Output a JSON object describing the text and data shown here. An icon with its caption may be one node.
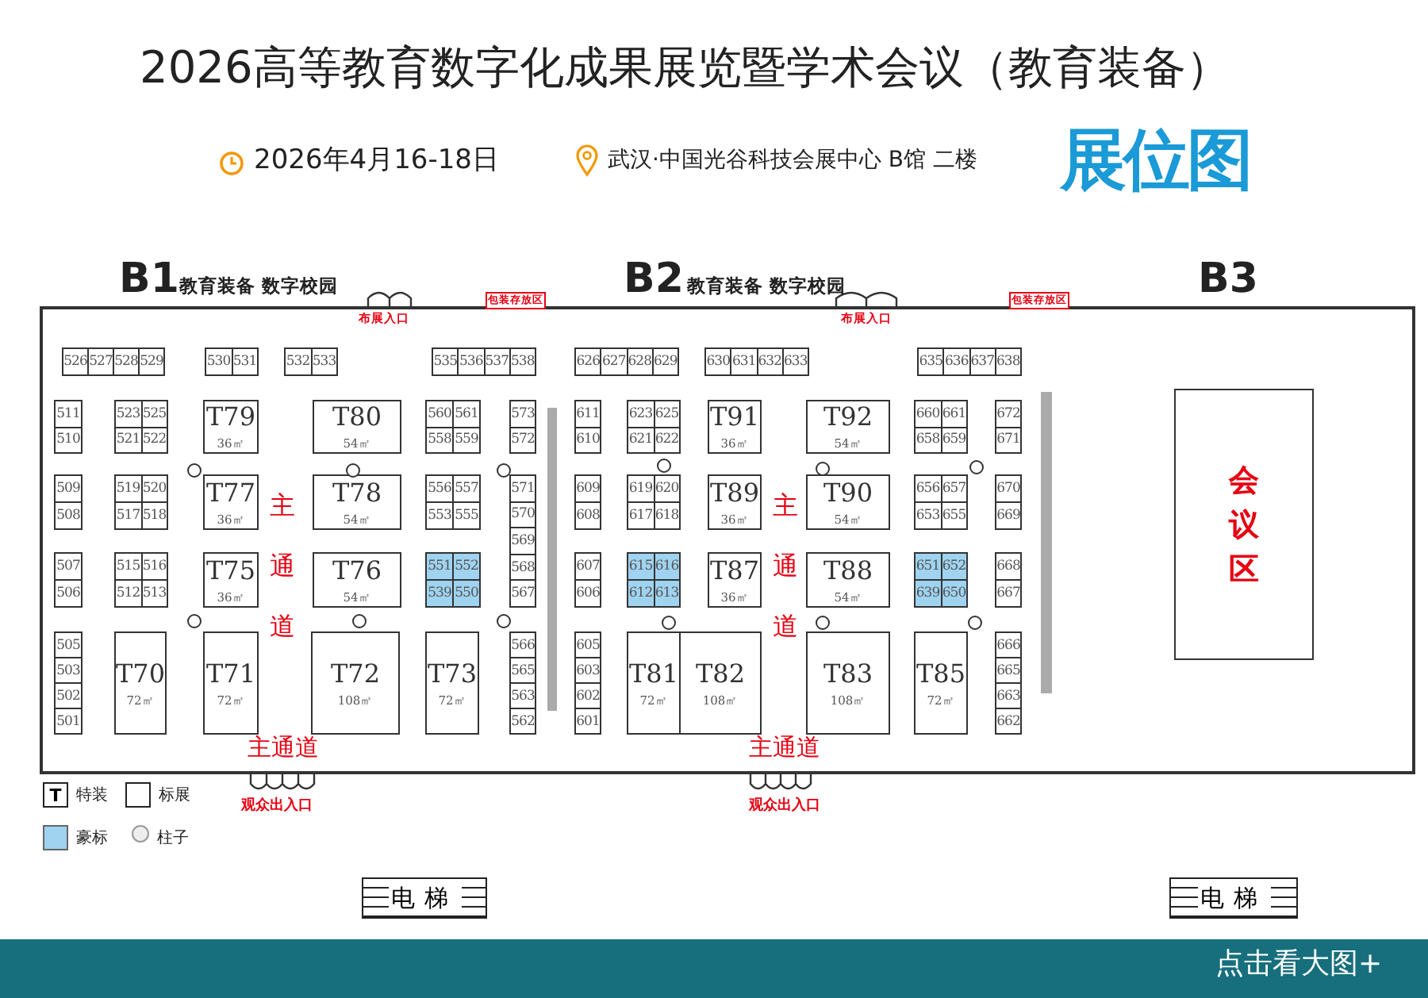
{
  "diagram": {
    "title": "2026高等教育数字化成果展览暨学术会议（教育装备）",
    "nodes": [
      {
        "text": [
          "526"
        ]
      },
      {
        "text": [
          "527"
        ]
      },
      {
        "text": [
          "528"
        ]
      },
      {
        "text": [
          "529"
        ]
      },
      {
        "text": [
          "530"
        ]
      },
      {
        "text": [
          "531"
        ]
      },
      {
        "text": [
          "532"
        ]
      },
      {
        "text": [
          "533"
        ]
      },
      {
        "text": [
          "535"
        ]
      },
      {
        "text": [
          "536"
        ]
      },
      {
        "text": [
          "537"
        ]
      },
      {
        "text": [
          "538"
        ]
      },
      {
        "text": [
          "626"
        ]
      },
      {
        "text": [
          "627"
        ]
      },
      {
        "text": [
          "628"
        ]
      },
      {
        "text": [
          "629"
        ]
      },
      {
        "text": [
          "630"
        ]
      },
      {
        "text": [
          "631"
        ]
      },
      {
        "text": [
          "632"
        ]
      },
      {
        "text": [
          "633"
        ]
      },
      {
        "text": [
          "635"
        ]
      },
      {
        "text": [
          "636"
        ]
      },
      {
        "text": [
          "637"
        ]
      },
      {
        "text": [
          "638"
        ]
      },
      {
        "text": [
          "511"
        ]
      },
      {
        "text": [
          "510"
        ]
      },
      {
        "text": [
          "523"
        ]
      },
      {
        "text": [
          "525"
        ]
      },
      {
        "text": [
          "521"
        ]
      },
      {
        "text": [
          "522"
        ]
      },
      {
        "text": [
          "T79",
          "36㎡"
        ]
      },
      {
        "text": [
          "T80",
          "54㎡"
        ]
      },
      {
        "text": [
          "560"
        ]
      },
      {
        "text": [
          "561"
        ]
      },
      {
        "text": [
          "558"
        ]
      },
      {
        "text": [
          "559"
        ]
      },
      {
        "text": [
          "573"
        ]
      },
      {
        "text": [
          "572"
        ]
      },
      {
        "text": [
          "611"
        ]
      },
      {
        "text": [
          "610"
        ]
      },
      {
        "text": [
          "623"
        ]
      },
      {
        "text": [
          "625"
        ]
      },
      {
        "text": [
          "621"
        ]
      },
      {
        "text": [
          "622"
        ]
      },
      {
        "text": [
          "T91",
          "36㎡"
        ]
      },
      {
        "text": [
          "T92",
          "54㎡"
        ]
      },
      {
        "text": [
          "660"
        ]
      },
      {
        "text": [
          "661"
        ]
      },
      {
        "text": [
          "658"
        ]
      },
      {
        "text": [
          "659"
        ]
      },
      {
        "text": [
          "672"
        ]
      },
      {
        "text": [
          "671"
        ]
      },
      {
        "text": [
          "509"
        ]
      },
      {
        "text": [
          "508"
        ]
      },
      {
        "text": [
          "519"
        ]
      },
      {
        "text": [
          "520"
        ]
      },
      {
        "text": [
          "517"
        ]
      },
      {
        "text": [
          "518"
        ]
      },
      {
        "text": [
          "T77",
          "36㎡"
        ]
      },
      {
        "text": [
          "T78",
          "54㎡"
        ]
      },
      {
        "text": [
          "556"
        ]
      },
      {
        "text": [
          "557"
        ]
      },
      {
        "text": [
          "553"
        ]
      },
      {
        "text": [
          "555"
        ]
      },
      {
        "text": [
          "571"
        ]
      },
      {
        "text": [
          "570"
        ]
      },
      {
        "text": [
          "569"
        ]
      },
      {
        "text": [
          "568"
        ]
      },
      {
        "text": [
          "567"
        ]
      },
      {
        "text": [
          "609"
        ]
      },
      {
        "text": [
          "608"
        ]
      },
      {
        "text": [
          "619"
        ]
      },
      {
        "text": [
          "620"
        ]
      },
      {
        "text": [
          "617"
        ]
      },
      {
        "text": [
          "618"
        ]
      },
      {
        "text": [
          "T89",
          "36㎡"
        ]
      },
      {
        "text": [
          "T90",
          "54㎡"
        ]
      },
      {
        "text": [
          "656"
        ]
      },
      {
        "text": [
          "657"
        ]
      },
      {
        "text": [
          "653"
        ]
      },
      {
        "text": [
          "655"
        ]
      },
      {
        "text": [
          "670"
        ]
      },
      {
        "text": [
          "669"
        ]
      },
      {
        "text": [
          "507"
        ]
      },
      {
        "text": [
          "506"
        ]
      },
      {
        "text": [
          "515"
        ]
      },
      {
        "text": [
          "516"
        ]
      },
      {
        "text": [
          "512"
        ]
      },
      {
        "text": [
          "513"
        ]
      },
      {
        "text": [
          "T75",
          "36㎡"
        ]
      },
      {
        "text": [
          "T76",
          "54㎡"
        ]
      },
      {
        "text": [
          "551"
        ]
      },
      {
        "text": [
          "552"
        ]
      },
      {
        "text": [
          "539"
        ]
      },
      {
        "text": [
          "550"
        ]
      },
      {
        "text": [
          "607"
        ]
      },
      {
        "text": [
          "606"
        ]
      },
      {
        "text": [
          "615"
        ]
      },
      {
        "text": [
          "616"
        ]
      },
      {
        "text": [
          "612"
        ]
      },
      {
        "text": [
          "613"
        ]
      },
      {
        "text": [
          "T87",
          "36㎡"
        ]
      },
      {
        "text": [
          "T88",
          "54㎡"
        ]
      },
      {
        "text": [
          "651"
        ]
      },
      {
        "text": [
          "652"
        ]
      },
      {
        "text": [
          "639"
        ]
      },
      {
        "text": [
          "650"
        ]
      },
      {
        "text": [
          "668"
        ]
      },
      {
        "text": [
          "667"
        ]
      },
      {
        "text": [
          "505"
        ]
      },
      {
        "text": [
          "503"
        ]
      },
      {
        "text": [
          "502"
        ]
      },
      {
        "text": [
          "501"
        ]
      },
      {
        "text": [
          "T70",
          "72㎡"
        ]
      },
      {
        "text": [
          "T71",
          "72㎡"
        ]
      },
      {
        "text": [
          "T72",
          "108㎡"
        ]
      },
      {
        "text": [
          "T73",
          "72㎡"
        ]
      },
      {
        "text": [
          "566"
        ]
      },
      {
        "text": [
          "565"
        ]
      },
      {
        "text": [
          "563"
        ]
      },
      {
        "text": [
          "562"
        ]
      },
      {
        "text": [
          "605"
        ]
      },
      {
        "text": [
          "603"
        ]
      },
      {
        "text": [
          "602"
        ]
      },
      {
        "text": [
          "601"
        ]
      },
      {
        "text": [
          "T81",
          "72㎡"
        ]
      },
      {
        "text": [
          "T82",
          "108㎡"
        ]
      },
      {
        "text": [
          "T83",
          "108㎡"
        ]
      },
      {
        "text": [
          "T85",
          "72㎡"
        ]
      },
      {
        "text": [
          "666"
        ]
      },
      {
        "text": [
          "665"
        ]
      },
      {
        "text": [
          "663"
        ]
      },
      {
        "text": [
          "662"
        ]
      },
      {
        "text": [
          "包装存放区"
        ]
      },
      {
        "text": [
          "包装存放区"
        ]
      },
      {
        "text": [
          "会议区"
        ]
      },
      {
        "text": [
          "电梯"
        ]
      },
      {
        "text": [
          "电梯"
        ]
      }
    ],
    "labels": [
      "2026年4月16-18日",
      "武汉·中国光谷科技会展中心 B馆 二楼",
      "展位图",
      "B1",
      "教育装备 数字校园",
      "B2",
      "教育装备 数字校园",
      "B3",
      "布展入口",
      "布展入口",
      "主通道",
      "主通道",
      "主通道",
      "主通道",
      "观众出入口",
      "观众出入口",
      "点击看大图+",
      "T"
    ],
    "legend": [
      {
        "text": "特装"
      },
      {
        "text": "标展"
      },
      {
        "text": "豪标",
        "color": "#9fd3f0"
      },
      {
        "text": "柱子"
      }
    ]
  }
}
